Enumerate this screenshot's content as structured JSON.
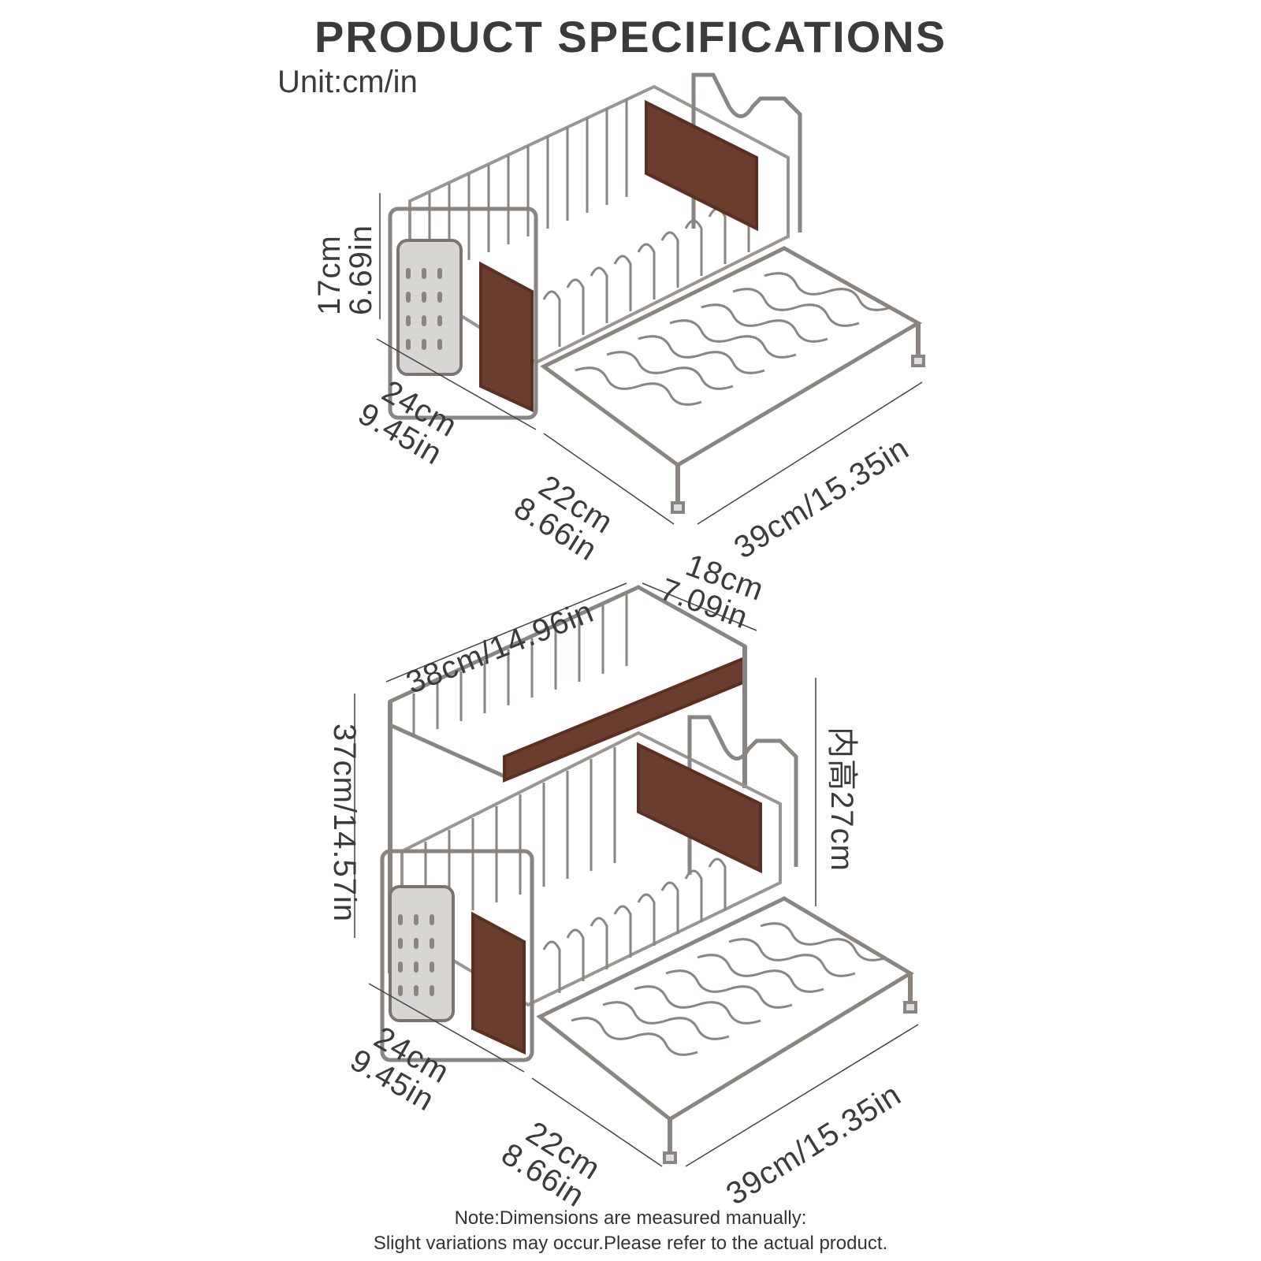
{
  "header": {
    "title": "PRODUCT SPECIFICATIONS",
    "unit": "Unit:cm/in"
  },
  "rack_single": {
    "height": {
      "cm": "17cm",
      "in": "6.69in"
    },
    "depth": {
      "cm": "24cm",
      "in": "9.45in"
    },
    "tray_depth": {
      "cm": "22cm",
      "in": "8.66in"
    },
    "width": "39cm/15.35in"
  },
  "rack_double": {
    "top_width": "38cm/14.96in",
    "top_depth": {
      "cm": "18cm",
      "in": "7.09in"
    },
    "height": "37cm/14.57in",
    "inner_height": "内高27cm",
    "depth": {
      "cm": "24cm",
      "in": "9.45in"
    },
    "tray_depth": {
      "cm": "22cm",
      "in": "8.66in"
    },
    "width": "39cm/15.35in"
  },
  "note": {
    "line1": "Note:Dimensions are measured manually:",
    "line2": "Slight variations may occur.Please refer to the actual product."
  },
  "colors": {
    "steel": "#8a8580",
    "steel_light": "#c9c6c2",
    "wood": "#6b3d2e",
    "text": "#3b3b3b"
  }
}
